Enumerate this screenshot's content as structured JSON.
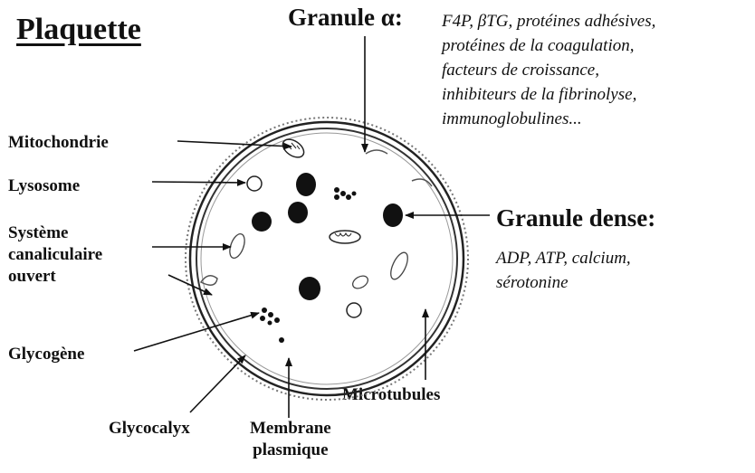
{
  "title": "Plaquette",
  "granule_alpha": {
    "heading": "Granule α:",
    "content_lines": [
      "F4P, βTG, protéines adhésives,",
      "protéines de la coagulation,",
      "facteurs de croissance,",
      "inhibiteurs de la fibrinolyse,",
      "immunoglobulines..."
    ]
  },
  "granule_dense": {
    "heading": "Granule dense:",
    "content_lines": [
      "ADP, ATP, calcium,",
      "sérotonine"
    ]
  },
  "labels": {
    "mitochondrie": "Mitochondrie",
    "lysosome": "Lysosome",
    "systeme_canaliculaire": [
      "Système",
      "canaliculaire",
      "ouvert"
    ],
    "glycogene": "Glycogène",
    "glycocalyx": "Glycocalyx",
    "membrane_plasmique": [
      "Membrane",
      "plasmique"
    ],
    "microtubules": "Microtubules"
  }
}
